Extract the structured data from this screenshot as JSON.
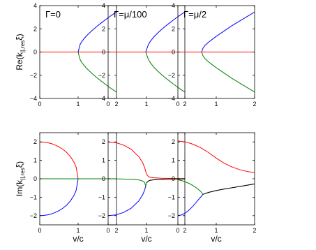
{
  "chart_data": [
    {
      "type": "line",
      "row": "top",
      "col": 0,
      "annotation": "Γ=0",
      "xlabel": "",
      "ylabel": "Re(k||,res ξ)",
      "xlim": [
        0,
        2
      ],
      "ylim": [
        -4,
        4
      ],
      "xticks": [
        0,
        1,
        2
      ],
      "yticks": [
        -4,
        -2,
        0,
        2,
        4
      ],
      "series": [
        {
          "color": "#0000ff",
          "x": [
            1.0,
            1.05,
            1.1,
            1.2,
            1.3,
            1.4,
            1.5,
            1.6,
            1.7,
            1.8,
            1.9,
            2.0
          ],
          "y": [
            0,
            0.64,
            0.92,
            1.33,
            1.66,
            1.96,
            2.24,
            2.5,
            2.75,
            3.0,
            3.23,
            3.46
          ]
        },
        {
          "color": "#008000",
          "x": [
            1.0,
            1.05,
            1.1,
            1.2,
            1.3,
            1.4,
            1.5,
            1.6,
            1.7,
            1.8,
            1.9,
            2.0
          ],
          "y": [
            0,
            -0.64,
            -0.92,
            -1.33,
            -1.66,
            -1.96,
            -2.24,
            -2.5,
            -2.75,
            -3.0,
            -3.23,
            -3.46
          ]
        },
        {
          "color": "#ff0000",
          "x": [
            0,
            2
          ],
          "y": [
            0,
            0
          ]
        }
      ]
    },
    {
      "type": "line",
      "row": "top",
      "col": 1,
      "annotation": "Γ=μ/100",
      "xlabel": "",
      "ylabel": "",
      "xlim": [
        0,
        2
      ],
      "ylim": [
        -4,
        4
      ],
      "xticks": [
        0,
        1,
        2
      ],
      "yticks": [
        -4,
        -2,
        0,
        2,
        4
      ],
      "series": [
        {
          "color": "#0000ff",
          "x": [
            0.98,
            1.0,
            1.05,
            1.1,
            1.2,
            1.3,
            1.4,
            1.5,
            1.6,
            1.7,
            1.8,
            1.9,
            2.0
          ],
          "y": [
            0,
            0.2,
            0.64,
            0.92,
            1.33,
            1.66,
            1.96,
            2.24,
            2.5,
            2.75,
            3.0,
            3.23,
            3.46
          ]
        },
        {
          "color": "#008000",
          "x": [
            0.98,
            1.0,
            1.05,
            1.1,
            1.2,
            1.3,
            1.4,
            1.5,
            1.6,
            1.7,
            1.8,
            1.9,
            2.0
          ],
          "y": [
            0,
            -0.2,
            -0.64,
            -0.92,
            -1.33,
            -1.66,
            -1.96,
            -2.24,
            -2.5,
            -2.75,
            -3.0,
            -3.23,
            -3.46
          ]
        },
        {
          "color": "#ff0000",
          "x": [
            0,
            2
          ],
          "y": [
            0,
            0
          ]
        }
      ]
    },
    {
      "type": "line",
      "row": "top",
      "col": 2,
      "annotation": "Γ=μ/2",
      "xlabel": "",
      "ylabel": "",
      "xlim": [
        0,
        2
      ],
      "ylim": [
        -4,
        4
      ],
      "xticks": [
        0,
        1,
        2
      ],
      "yticks": [
        -4,
        -2,
        0,
        2,
        4
      ],
      "series": [
        {
          "color": "#0000ff",
          "x": [
            0.62,
            0.65,
            0.7,
            0.8,
            0.9,
            1.0,
            1.2,
            1.4,
            1.6,
            1.8,
            2.0
          ],
          "y": [
            0,
            0.3,
            0.55,
            0.85,
            1.1,
            1.35,
            1.8,
            2.25,
            2.65,
            3.05,
            3.45
          ]
        },
        {
          "color": "#008000",
          "x": [
            0.62,
            0.65,
            0.7,
            0.8,
            0.9,
            1.0,
            1.2,
            1.4,
            1.6,
            1.8,
            2.0
          ],
          "y": [
            0,
            -0.3,
            -0.55,
            -0.85,
            -1.1,
            -1.35,
            -1.8,
            -2.25,
            -2.65,
            -3.05,
            -3.45
          ]
        },
        {
          "color": "#ff0000",
          "x": [
            0,
            2
          ],
          "y": [
            0,
            0
          ]
        }
      ]
    },
    {
      "type": "line",
      "row": "bottom",
      "col": 0,
      "annotation": "",
      "xlabel": "v/c",
      "ylabel": "Im(k||,res ξ)",
      "xlim": [
        0,
        2
      ],
      "ylim": [
        -2.5,
        2.5
      ],
      "xticks": [
        0,
        1,
        2
      ],
      "yticks": [
        -2,
        -1,
        0,
        1,
        2
      ],
      "series": [
        {
          "color": "#ff0000",
          "x": [
            0,
            0.1,
            0.2,
            0.3,
            0.4,
            0.5,
            0.6,
            0.7,
            0.8,
            0.9,
            0.95,
            1.0,
            2.0
          ],
          "y": [
            2.0,
            1.99,
            1.96,
            1.91,
            1.83,
            1.73,
            1.6,
            1.43,
            1.2,
            0.87,
            0.62,
            0,
            0
          ]
        },
        {
          "color": "#0000ff",
          "x": [
            0,
            0.1,
            0.2,
            0.3,
            0.4,
            0.5,
            0.6,
            0.7,
            0.8,
            0.9,
            0.95,
            1.0,
            2.0
          ],
          "y": [
            -2.0,
            -1.99,
            -1.96,
            -1.91,
            -1.83,
            -1.73,
            -1.6,
            -1.43,
            -1.2,
            -0.87,
            -0.62,
            0,
            0
          ]
        },
        {
          "color": "#008000",
          "x": [
            0,
            2
          ],
          "y": [
            0,
            0
          ]
        }
      ]
    },
    {
      "type": "line",
      "row": "bottom",
      "col": 1,
      "annotation": "",
      "xlabel": "v/c",
      "ylabel": "",
      "xlim": [
        0,
        2
      ],
      "ylim": [
        -2.5,
        2.5
      ],
      "xticks": [
        0,
        1,
        2
      ],
      "yticks": [
        -2,
        -1,
        0,
        1,
        2
      ],
      "series": [
        {
          "color": "#ff0000",
          "x": [
            0,
            0.2,
            0.4,
            0.6,
            0.8,
            0.9,
            0.95,
            0.98,
            1.0,
            1.05,
            1.1,
            1.2,
            1.4,
            1.6,
            1.8,
            2.0
          ],
          "y": [
            2.0,
            1.96,
            1.83,
            1.6,
            1.2,
            0.87,
            0.62,
            0.4,
            0.25,
            0.12,
            0.08,
            0.05,
            0.03,
            0.02,
            0.015,
            0.01
          ]
        },
        {
          "color": "#0000ff",
          "x": [
            0,
            0.2,
            0.4,
            0.6,
            0.8,
            0.9,
            0.95,
            0.98
          ],
          "y": [
            -2.0,
            -1.96,
            -1.83,
            -1.6,
            -1.2,
            -0.87,
            -0.62,
            -0.4
          ]
        },
        {
          "color": "#008000",
          "x": [
            0,
            0.3,
            0.6,
            0.8,
            0.9,
            0.95,
            0.98,
            1.0,
            1.05,
            1.1,
            1.2,
            1.5,
            2.0
          ],
          "y": [
            0,
            -0.01,
            -0.03,
            -0.06,
            -0.12,
            -0.2,
            -0.4,
            -0.22,
            -0.12,
            -0.08,
            -0.05,
            -0.02,
            -0.01
          ]
        },
        {
          "color": "#000000",
          "x": [
            1.0,
            1.05,
            1.1,
            1.2,
            1.5,
            2.0
          ],
          "y": [
            -0.22,
            -0.12,
            -0.08,
            -0.05,
            -0.02,
            -0.01
          ]
        }
      ]
    },
    {
      "type": "line",
      "row": "bottom",
      "col": 2,
      "annotation": "",
      "xlabel": "v/c",
      "ylabel": "",
      "xlim": [
        0,
        2
      ],
      "ylim": [
        -2.5,
        2.5
      ],
      "xticks": [
        0,
        1,
        2
      ],
      "yticks": [
        -2,
        -1,
        0,
        1,
        2
      ],
      "series": [
        {
          "color": "#ff0000",
          "x": [
            0,
            0.2,
            0.4,
            0.6,
            0.8,
            1.0,
            1.2,
            1.4,
            1.6,
            1.8,
            2.0
          ],
          "y": [
            2.05,
            2.0,
            1.87,
            1.68,
            1.42,
            1.12,
            0.85,
            0.65,
            0.5,
            0.4,
            0.33
          ]
        },
        {
          "color": "#0000ff",
          "x": [
            0,
            0.1,
            0.2,
            0.3,
            0.4,
            0.5,
            0.6,
            0.65
          ],
          "y": [
            -2.0,
            -1.96,
            -1.85,
            -1.68,
            -1.47,
            -1.22,
            -0.98,
            -0.85
          ]
        },
        {
          "color": "#008000",
          "x": [
            0,
            0.1,
            0.2,
            0.3,
            0.4,
            0.5,
            0.6,
            0.65,
            0.8,
            1.0,
            1.2,
            1.4,
            1.6,
            1.8,
            2.0
          ],
          "y": [
            -0.05,
            -0.1,
            -0.17,
            -0.26,
            -0.38,
            -0.52,
            -0.7,
            -0.85,
            -0.74,
            -0.64,
            -0.56,
            -0.49,
            -0.42,
            -0.35,
            -0.28
          ]
        },
        {
          "color": "#000000",
          "x": [
            0.65,
            0.8,
            1.0,
            1.2,
            1.4,
            1.6,
            1.8,
            2.0
          ],
          "y": [
            -0.85,
            -0.74,
            -0.64,
            -0.56,
            -0.49,
            -0.42,
            -0.35,
            -0.28
          ]
        }
      ]
    }
  ]
}
